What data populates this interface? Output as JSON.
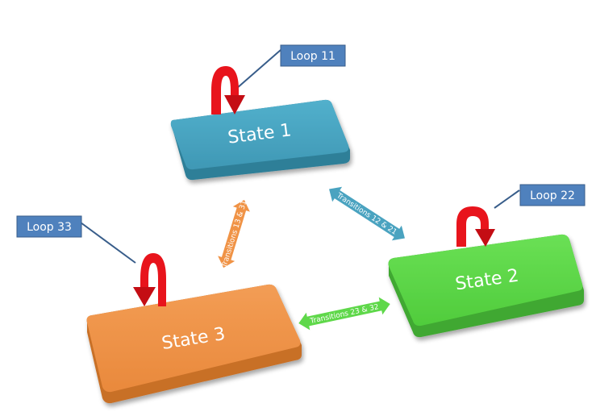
{
  "states": [
    {
      "id": "state-1",
      "label": "State 1",
      "color": "#4aa3c0",
      "side": "#2f7f98"
    },
    {
      "id": "state-2",
      "label": "State 2",
      "color": "#5fd84a",
      "side": "#3fa830"
    },
    {
      "id": "state-3",
      "label": "State 3",
      "color": "#f09346",
      "side": "#c86f28"
    }
  ],
  "loops": [
    {
      "id": "loop-11",
      "label": "Loop 11"
    },
    {
      "id": "loop-22",
      "label": "Loop 22"
    },
    {
      "id": "loop-33",
      "label": "Loop 33"
    }
  ],
  "transitions": [
    {
      "id": "transitions-13-31",
      "label": "Transitions 13 & 31",
      "color": "#f09346"
    },
    {
      "id": "transitions-12-21",
      "label": "Transitions 12 & 21",
      "color": "#4aa3c0"
    },
    {
      "id": "transitions-23-32",
      "label": "Transitions 23 & 32",
      "color": "#5fd84a"
    }
  ],
  "colors": {
    "loop_arrow": "#e8141c",
    "callout_fill": "#4f81bd",
    "callout_line": "#385d8a"
  }
}
